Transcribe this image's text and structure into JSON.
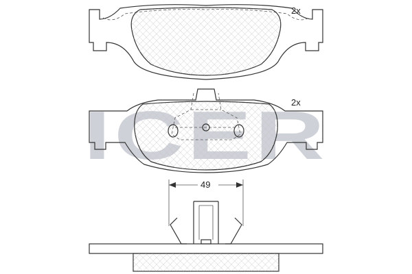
{
  "watermark": {
    "text": "ICER",
    "color": "#cfd1d8"
  },
  "top_pad": {
    "quantity": "2x"
  },
  "bottom_pad": {
    "quantity": "2x"
  },
  "dimension": {
    "width_label": "49"
  },
  "colors": {
    "line": "#333333",
    "hatch": "#bbbbbb",
    "pad_fill": "#eaeaea"
  }
}
